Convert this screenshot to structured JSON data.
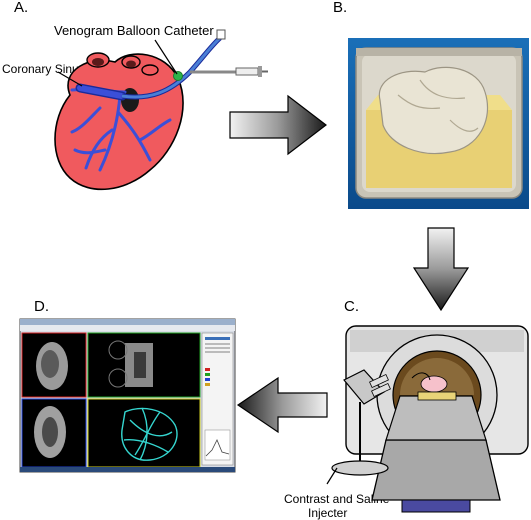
{
  "panels": {
    "a": {
      "label": "A.",
      "catheter_label": "Venogram Balloon Catheter",
      "sinus_label": "Coronary Sinus"
    },
    "b": {
      "label": "B."
    },
    "c": {
      "label": "C.",
      "injector_label_line1": "Contrast and Saline",
      "injector_label_line2": "Injecter"
    },
    "d": {
      "label": "D."
    }
  },
  "colors": {
    "heart_fill": "#f05a5e",
    "vessel_blue": "#3b4fd8",
    "catheter_blue": "#4a7fd6",
    "balloon_green": "#2db34a",
    "photo_sky": "#0e5aa0",
    "sponge_yellow": "#e8d074",
    "scanner_gray": "#d6d6d6",
    "screen_black": "#000000",
    "mesh_cyan": "#35d6d0"
  },
  "icons": [
    "heart-illustration",
    "catheter-syringe-icon",
    "specimen-photo",
    "ct-scanner-illustration",
    "injector-stand-icon",
    "software-screenshot",
    "right-arrow-icon",
    "down-arrow-icon",
    "left-arrow-icon"
  ]
}
